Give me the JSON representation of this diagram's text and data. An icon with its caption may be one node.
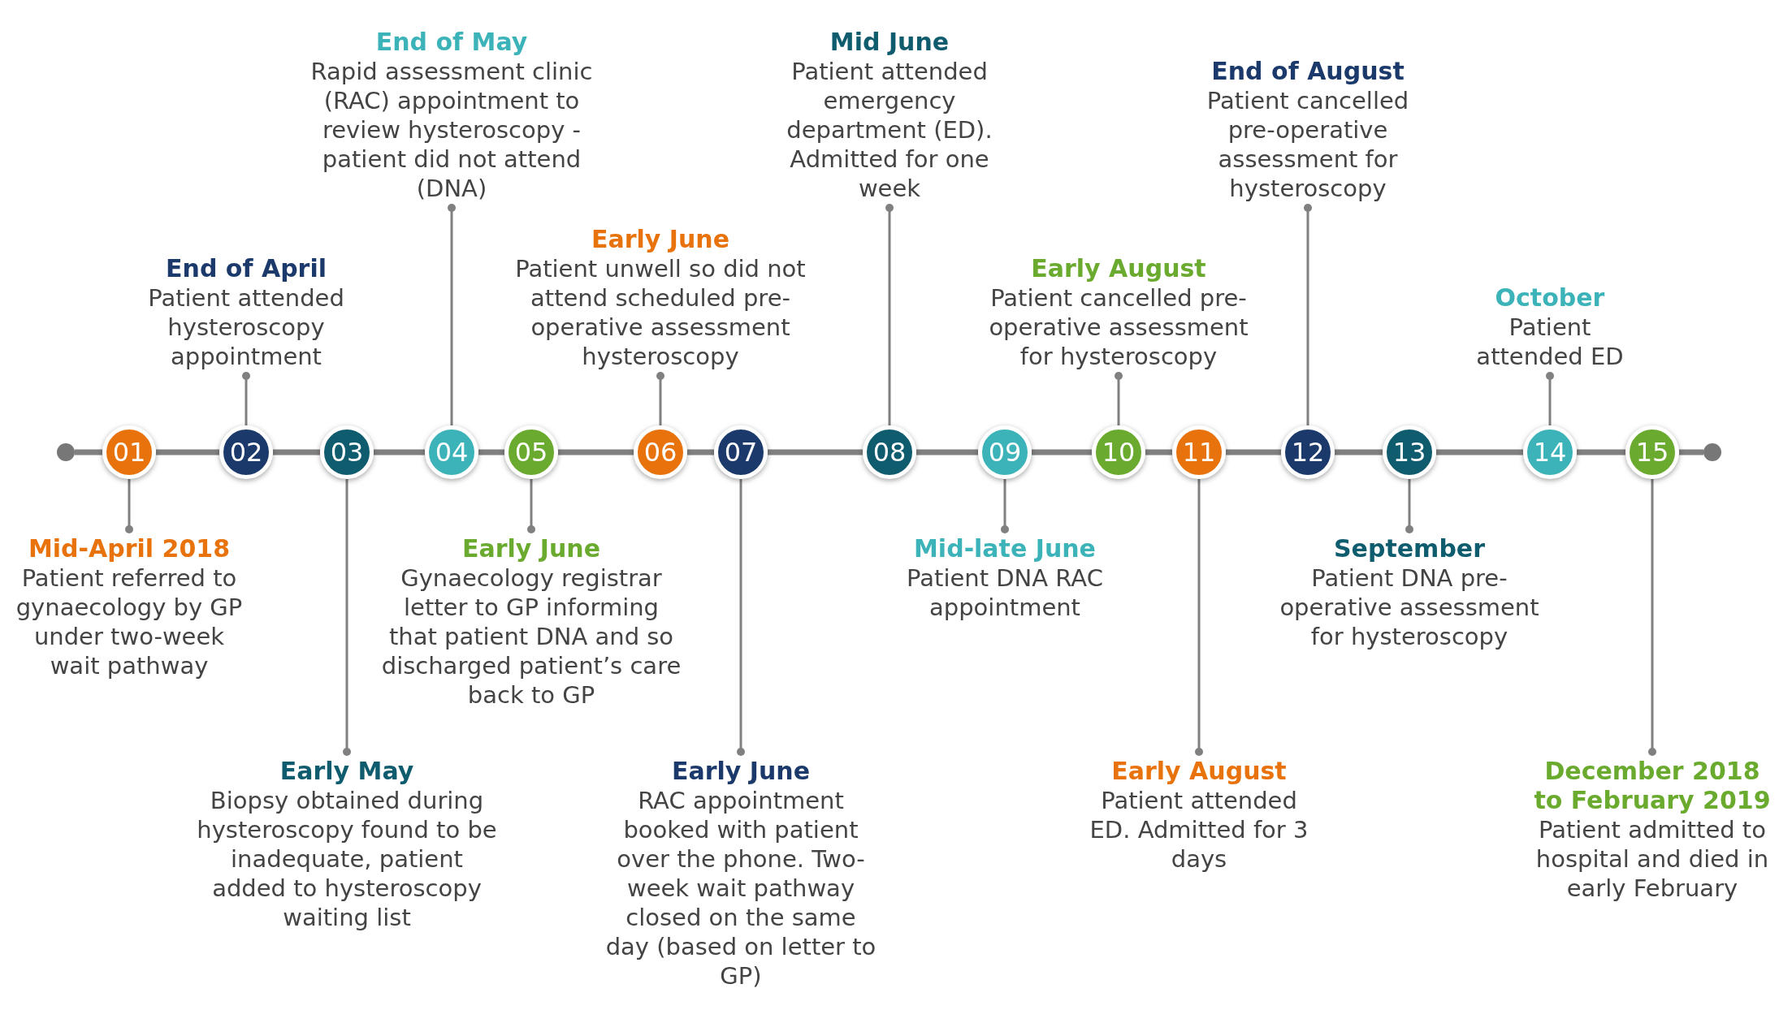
{
  "diagram": {
    "nodes": [
      {
        "text": [],
        "shape": "circle"
      },
      {
        "text": [
          "01"
        ]
      },
      {
        "text": [
          "02"
        ]
      },
      {
        "text": [
          "03"
        ]
      },
      {
        "text": [
          "04"
        ]
      },
      {
        "text": [
          "05"
        ]
      },
      {
        "text": [
          "06"
        ]
      },
      {
        "text": [
          "07"
        ]
      },
      {
        "text": [
          "08"
        ]
      },
      {
        "text": [
          "09"
        ]
      },
      {
        "text": [
          "10"
        ]
      },
      {
        "text": [
          "11"
        ]
      },
      {
        "text": [
          "12"
        ]
      },
      {
        "text": [
          "13"
        ]
      },
      {
        "text": [
          "14"
        ]
      },
      {
        "text": [
          "15"
        ]
      },
      {
        "text": [],
        "shape": "circle"
      },
      {
        "text": [
          "Mid-April 2018",
          "Patient referred to gynaecology by GP under two-week wait pathway"
        ]
      },
      {
        "text": [
          "End of April",
          "Patient attended hysteroscopy appointment"
        ]
      },
      {
        "text": [
          "Early May",
          "Biopsy obtained during hysteroscopy found to be inadequate, patient added to hysteroscopy waiting list"
        ]
      },
      {
        "text": [
          "End of May",
          "Rapid assessment clinic (RAC) appointment to review hysteroscopy - patient did not attend (DNA)"
        ]
      },
      {
        "text": [
          "Early June",
          "Gynaecology registrar letter to GP informing that patient DNA and so discharged patient’s care back to GP"
        ]
      },
      {
        "text": [
          "Early June",
          "Patient unwell so did not attend scheduled pre-operative assessment hysteroscopy"
        ]
      },
      {
        "text": [
          "Early June",
          "RAC appointment booked with patient over the phone. Two-week wait pathway closed on the same day (based on letter to GP)"
        ]
      },
      {
        "text": [
          "Mid June",
          "Patient attended emergency department (ED). Admitted for one week"
        ]
      },
      {
        "text": [
          "Mid-late June",
          "Patient DNA RAC appointment"
        ]
      },
      {
        "text": [
          "Early August",
          "Patient cancelled pre-operative assessment for hysteroscopy"
        ]
      },
      {
        "text": [
          "Early August",
          "Patient attended ED. Admitted for 3 days"
        ]
      },
      {
        "text": [
          "End of August",
          "Patient cancelled pre-operative assessment for hysteroscopy"
        ]
      },
      {
        "text": [
          "September",
          "Patient DNA pre-operative assessment for hysteroscopy"
        ]
      },
      {
        "text": [
          "October",
          "Patient attended ED"
        ]
      },
      {
        "text": [
          "December 2018 to February 2019",
          "Patient admitted to hospital and died in early February"
        ]
      }
    ],
    "edges": [
      {
        "from": 0,
        "to": 1,
        "arrow": "none"
      },
      {
        "from": 1,
        "to": 2,
        "arrow": "none"
      },
      {
        "from": 2,
        "to": 3,
        "arrow": "none"
      },
      {
        "from": 3,
        "to": 4,
        "arrow": "none"
      },
      {
        "from": 4,
        "to": 5,
        "arrow": "none"
      },
      {
        "from": 5,
        "to": 6,
        "arrow": "none"
      },
      {
        "from": 6,
        "to": 7,
        "arrow": "none"
      },
      {
        "from": 7,
        "to": 8,
        "arrow": "none"
      },
      {
        "from": 8,
        "to": 9,
        "arrow": "none"
      },
      {
        "from": 9,
        "to": 10,
        "arrow": "none"
      },
      {
        "from": 10,
        "to": 11,
        "arrow": "none"
      },
      {
        "from": 11,
        "to": 12,
        "arrow": "none"
      },
      {
        "from": 12,
        "to": 13,
        "arrow": "none"
      },
      {
        "from": 13,
        "to": 14,
        "arrow": "none"
      },
      {
        "from": 14,
        "to": 15,
        "arrow": "none"
      },
      {
        "from": 15,
        "to": 16,
        "arrow": "none"
      },
      {
        "from": 17,
        "to": 1,
        "arrow": "other"
      },
      {
        "from": 18,
        "to": 2,
        "arrow": "other"
      },
      {
        "from": 19,
        "to": 3,
        "arrow": "other"
      },
      {
        "from": 20,
        "to": 4,
        "arrow": "other"
      },
      {
        "from": 21,
        "to": 5,
        "arrow": "other"
      },
      {
        "from": 22,
        "to": 6,
        "arrow": "other"
      },
      {
        "from": 23,
        "to": 7,
        "arrow": "other"
      },
      {
        "from": 24,
        "to": 8,
        "arrow": "other"
      },
      {
        "from": 25,
        "to": 9,
        "arrow": "other"
      },
      {
        "from": 26,
        "to": 10,
        "arrow": "other"
      },
      {
        "from": 27,
        "to": 11,
        "arrow": "other"
      },
      {
        "from": 28,
        "to": 12,
        "arrow": "other"
      },
      {
        "from": 29,
        "to": 13,
        "arrow": "other"
      },
      {
        "from": 30,
        "to": 14,
        "arrow": "other"
      },
      {
        "from": 31,
        "to": 15,
        "arrow": "other"
      }
    ]
  }
}
